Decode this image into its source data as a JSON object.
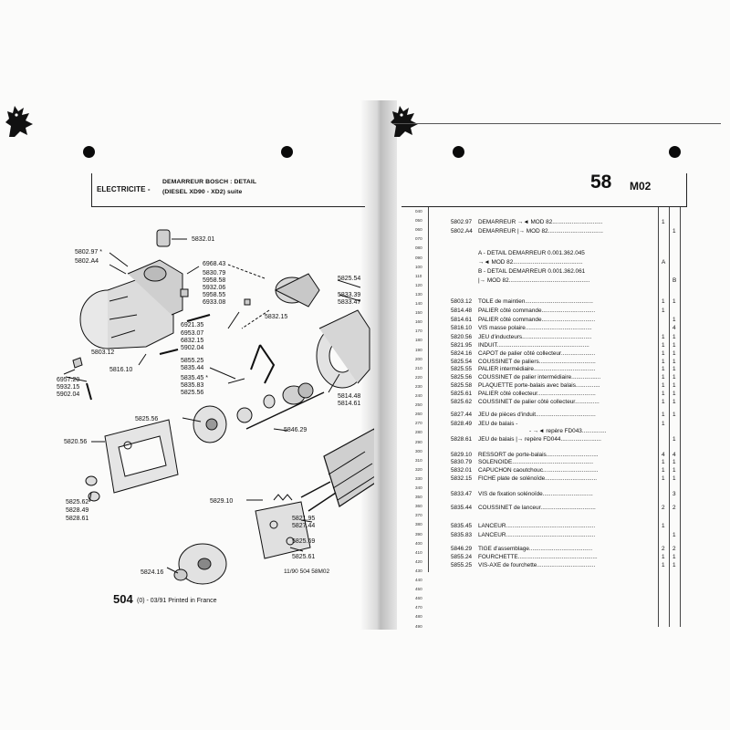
{
  "left_page": {
    "section_title": "ELECTRICITE -",
    "subtitle_line1": "DEMARREUR BOSCH : DETAIL",
    "subtitle_line2": "(DIESEL XD90 - XD2) suite",
    "footer_page": "504",
    "footer_rest": "(0) - 03/91 Printed in France",
    "diagram_stamp": "11/90  504  58M02",
    "callouts": [
      "5802.97 *",
      "5802.A4",
      "5832.01",
      "6968.43",
      "5830.79",
      "5958.58",
      "5932.06",
      "5958.55",
      "6933.08",
      "5832.15",
      "6921.35",
      "6953.07",
      "6832.15",
      "5902.04",
      "5803.12",
      "5816.10",
      "5855.25",
      "5835.44",
      "5835.45 *",
      "5835.83",
      "5825.56",
      "6957.20",
      "5932.15",
      "5902.04",
      "5825.54",
      "5833.39",
      "5833.47",
      "5814.48",
      "5814.61",
      "5846.29",
      "5825.56",
      "5820.56",
      "5825.62",
      "5828.49",
      "5828.61",
      "5829.10",
      "5821.95",
      "5827.44",
      "5825.69",
      "5825.61",
      "5824.16"
    ]
  },
  "right_page": {
    "page_number": "58",
    "page_code": "M02",
    "row_numbers": [
      "040",
      "050",
      "060",
      "070",
      "080",
      "090",
      "100",
      "110",
      "120",
      "130",
      "140",
      "150",
      "160",
      "170",
      "180",
      "190",
      "200",
      "210",
      "220",
      "230",
      "240",
      "250",
      "260",
      "270",
      "280",
      "290",
      "300",
      "310",
      "320",
      "330",
      "340",
      "350",
      "360",
      "370",
      "380",
      "390",
      "400",
      "410",
      "420",
      "430",
      "440",
      "450",
      "460",
      "470",
      "480",
      "490"
    ],
    "lines": [
      {
        "ref": "5802.97",
        "text": "DEMARREUR →◄ MOD 82...............................",
        "c1": "1",
        "c2": ""
      },
      {
        "ref": "5802.A4",
        "text": "DEMARREUR |→ MOD 82..................................",
        "c1": "",
        "c2": "1"
      },
      {
        "ref": "",
        "text": "A - DETAIL DEMARREUR 0.001.362.045",
        "c1": "",
        "c2": ""
      },
      {
        "ref": "",
        "text": "→◄ MOD 82...........................................",
        "c1": "A",
        "c2": ""
      },
      {
        "ref": "",
        "text": "B - DETAIL DEMARREUR 0.001.362.061",
        "c1": "",
        "c2": ""
      },
      {
        "ref": "",
        "text": "|→ MOD 82..................................................",
        "c1": "",
        "c2": "B"
      },
      {
        "ref": "5803.12",
        "text": "TOLE de maintien..........................................",
        "c1": "1",
        "c2": "1"
      },
      {
        "ref": "5814.48",
        "text": "PALIER côté commande.................................",
        "c1": "1",
        "c2": ""
      },
      {
        "ref": "5814.61",
        "text": "PALIER côté commande.................................",
        "c1": "",
        "c2": "1"
      },
      {
        "ref": "5816.10",
        "text": "VIS masse polaire.........................................",
        "c1": "",
        "c2": "4"
      },
      {
        "ref": "5820.56",
        "text": "JEU d'inducteurs...........................................",
        "c1": "1",
        "c2": "1"
      },
      {
        "ref": "5821.95",
        "text": "INDUIT.........................................................",
        "c1": "1",
        "c2": "1"
      },
      {
        "ref": "5824.16",
        "text": "CAPOT de palier côté collecteur.....................",
        "c1": "1",
        "c2": "1"
      },
      {
        "ref": "5825.54",
        "text": "COUSSINET de paliers...................................",
        "c1": "1",
        "c2": "1"
      },
      {
        "ref": "5825.55",
        "text": "PALIER intermédiaire......................................",
        "c1": "1",
        "c2": "1"
      },
      {
        "ref": "5825.56",
        "text": "COUSSINET de palier intermédiaire..................",
        "c1": "1",
        "c2": "1"
      },
      {
        "ref": "5825.58",
        "text": "PLAQUETTE porte-balais avec balais...............",
        "c1": "1",
        "c2": "1"
      },
      {
        "ref": "5825.61",
        "text": "PALIER côté collecteur....................................",
        "c1": "1",
        "c2": "1"
      },
      {
        "ref": "5825.62",
        "text": "COUSSINET de palier côté collecteur...............",
        "c1": "1",
        "c2": "1"
      },
      {
        "ref": "5827.44",
        "text": "JEU de pièces d'induit.....................................",
        "c1": "1",
        "c2": "1"
      },
      {
        "ref": "5828.49",
        "text": "JEU de balais -",
        "c1": "1",
        "c2": ""
      },
      {
        "ref": "",
        "text": "- →◄ repère FD043...............",
        "c1": "",
        "c2": ""
      },
      {
        "ref": "5828.61",
        "text": "JEU de balais |→ repère FD044.........................",
        "c1": "",
        "c2": "1"
      },
      {
        "ref": "5829.10",
        "text": "RESSORT de porte-balais................................",
        "c1": "4",
        "c2": "4"
      },
      {
        "ref": "5830.79",
        "text": "SOLENOIDE..................................................",
        "c1": "1",
        "c2": "1"
      },
      {
        "ref": "5832.01",
        "text": "CAPUCHON caoutchouc..................................",
        "c1": "1",
        "c2": "1"
      },
      {
        "ref": "5832.15",
        "text": "FICHE plate de solénoïde................................",
        "c1": "1",
        "c2": "1"
      },
      {
        "ref": "5833.47",
        "text": "VIS de fixation solénoïde...............................",
        "c1": "",
        "c2": "3"
      },
      {
        "ref": "5835.44",
        "text": "COUSSINET de lanceur..................................",
        "c1": "2",
        "c2": "2"
      },
      {
        "ref": "5835.45",
        "text": "LANCEUR.......................................................",
        "c1": "1",
        "c2": ""
      },
      {
        "ref": "5835.83",
        "text": "LANCEUR.......................................................",
        "c1": "",
        "c2": "1"
      },
      {
        "ref": "5846.29",
        "text": "TIGE d'assemblage.......................................",
        "c1": "2",
        "c2": "2"
      },
      {
        "ref": "5855.24",
        "text": "FOURCHETTE.................................................",
        "c1": "1",
        "c2": "1"
      },
      {
        "ref": "5855.25",
        "text": "VIS-AXE de fourchette....................................",
        "c1": "1",
        "c2": "1"
      }
    ]
  }
}
